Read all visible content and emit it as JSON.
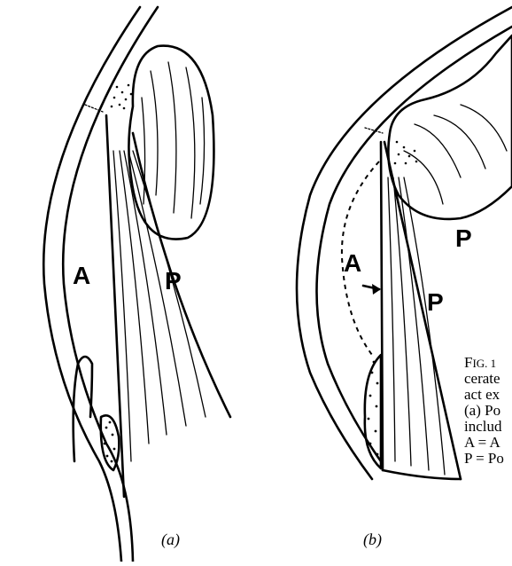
{
  "panel_a": {
    "label": "(a)",
    "anterior_letter": "A",
    "posterior_letter": "P"
  },
  "panel_b": {
    "label": "(b)",
    "anterior_letter": "A",
    "posterior_letter_upper": "P",
    "posterior_letter_lower": "P"
  },
  "caption": {
    "line1_first": "F",
    "line1_rest": "IG. 1",
    "line2": "cerate",
    "line3": "act ex",
    "line4": "(a) Po",
    "line5": "includ",
    "line6": "A = A",
    "line7": "P = Po"
  }
}
